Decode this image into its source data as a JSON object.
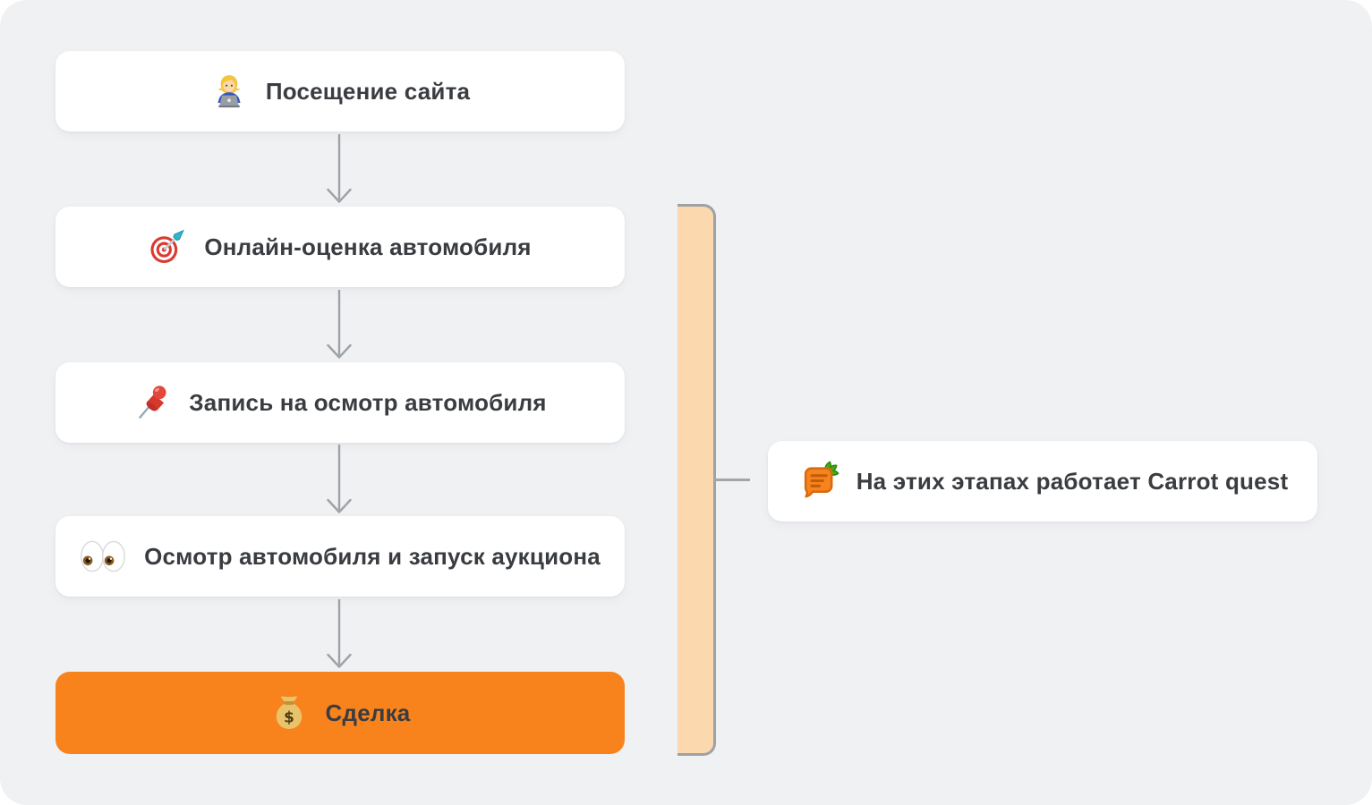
{
  "funnel": {
    "steps": [
      {
        "icon": "technologist-icon",
        "label": "Посещение сайта",
        "highlighted": false
      },
      {
        "icon": "dart-target-icon",
        "label": "Онлайн-оценка автомобиля",
        "highlighted": false
      },
      {
        "icon": "pushpin-icon",
        "label": "Запись на осмотр автомобиля",
        "highlighted": false
      },
      {
        "icon": "eyes-icon",
        "label": "Осмотр автомобиля и запуск аукциона",
        "highlighted": false
      },
      {
        "icon": "money-bag-icon",
        "label": "Сделка",
        "highlighted": true
      }
    ]
  },
  "annotation": {
    "icon": "carrot-quest-logo-icon",
    "label": "На этих этапах работает Carrot quest"
  },
  "colors": {
    "page_background": "#EFF1F3",
    "card_background": "#FFFFFF",
    "highlight_orange": "#F8831D",
    "bracket_fill": "#FCD8AE",
    "bracket_border": "#9EA1A5",
    "arrow_gray": "#9EA1A5",
    "text_dark": "#393C40"
  }
}
